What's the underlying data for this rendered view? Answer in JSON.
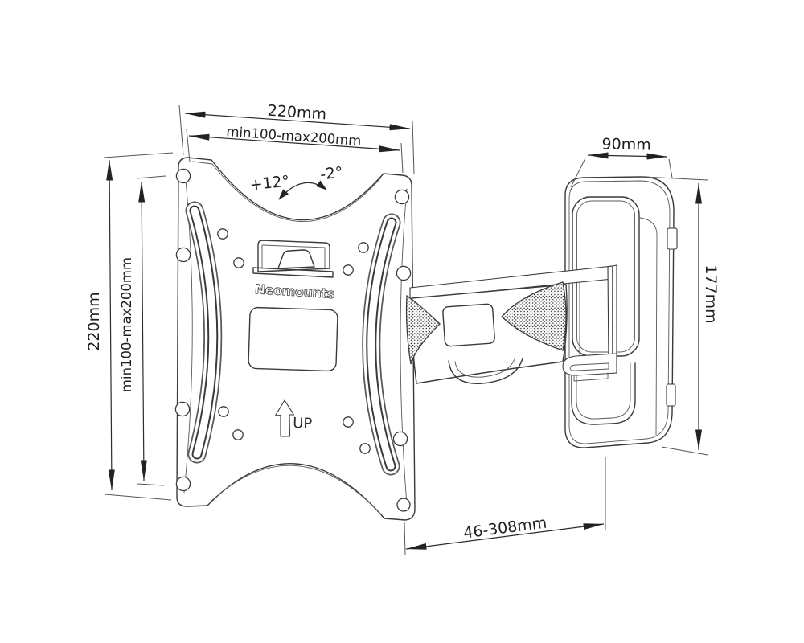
{
  "drawing": {
    "brand_label": "Neomounts",
    "up_label": "UP",
    "dimensions": {
      "plate_width": "220mm",
      "plate_vesa_width": "min100-max200mm",
      "plate_height": "220mm",
      "plate_vesa_height": "min100-max200mm",
      "wall_bracket_width": "90mm",
      "wall_bracket_height": "177mm",
      "arm_extension": "46-308mm",
      "tilt_up": "+12°",
      "tilt_down": "-2°"
    },
    "colors": {
      "line": "#3a3a3a",
      "dimension_line": "#2c2c2c",
      "text": "#1f1f1f",
      "background": "#ffffff"
    }
  }
}
